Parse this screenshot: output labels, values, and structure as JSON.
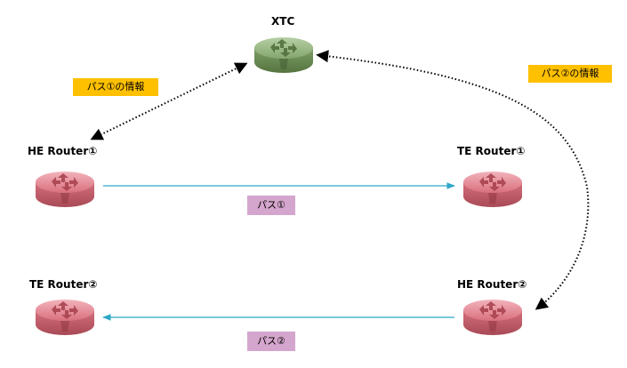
{
  "nodes": {
    "xtc": {
      "label": "XTC",
      "color": "green"
    },
    "he_router_1": {
      "label": "HE Router①",
      "color": "red"
    },
    "te_router_1": {
      "label": "TE Router①",
      "color": "red"
    },
    "te_router_2": {
      "label": "TE Router②",
      "color": "red"
    },
    "he_router_2": {
      "label": "HE Router②",
      "color": "red"
    }
  },
  "tags": {
    "info_path_1": "パス①の情報",
    "info_path_2": "パス②の情報",
    "path_1": "パス①",
    "path_2": "パス②"
  },
  "colors": {
    "router_red": "#e07a86",
    "router_red_dark": "#a84a55",
    "xtc_green": "#8fb07a",
    "xtc_green_dark": "#5a7a48",
    "link_blue": "#2ea7c8",
    "info_tag_bg": "#ffc000",
    "path_tag_bg": "#d5a6cd"
  },
  "icons": {
    "router": "router-icon",
    "controller": "controller-icon"
  }
}
